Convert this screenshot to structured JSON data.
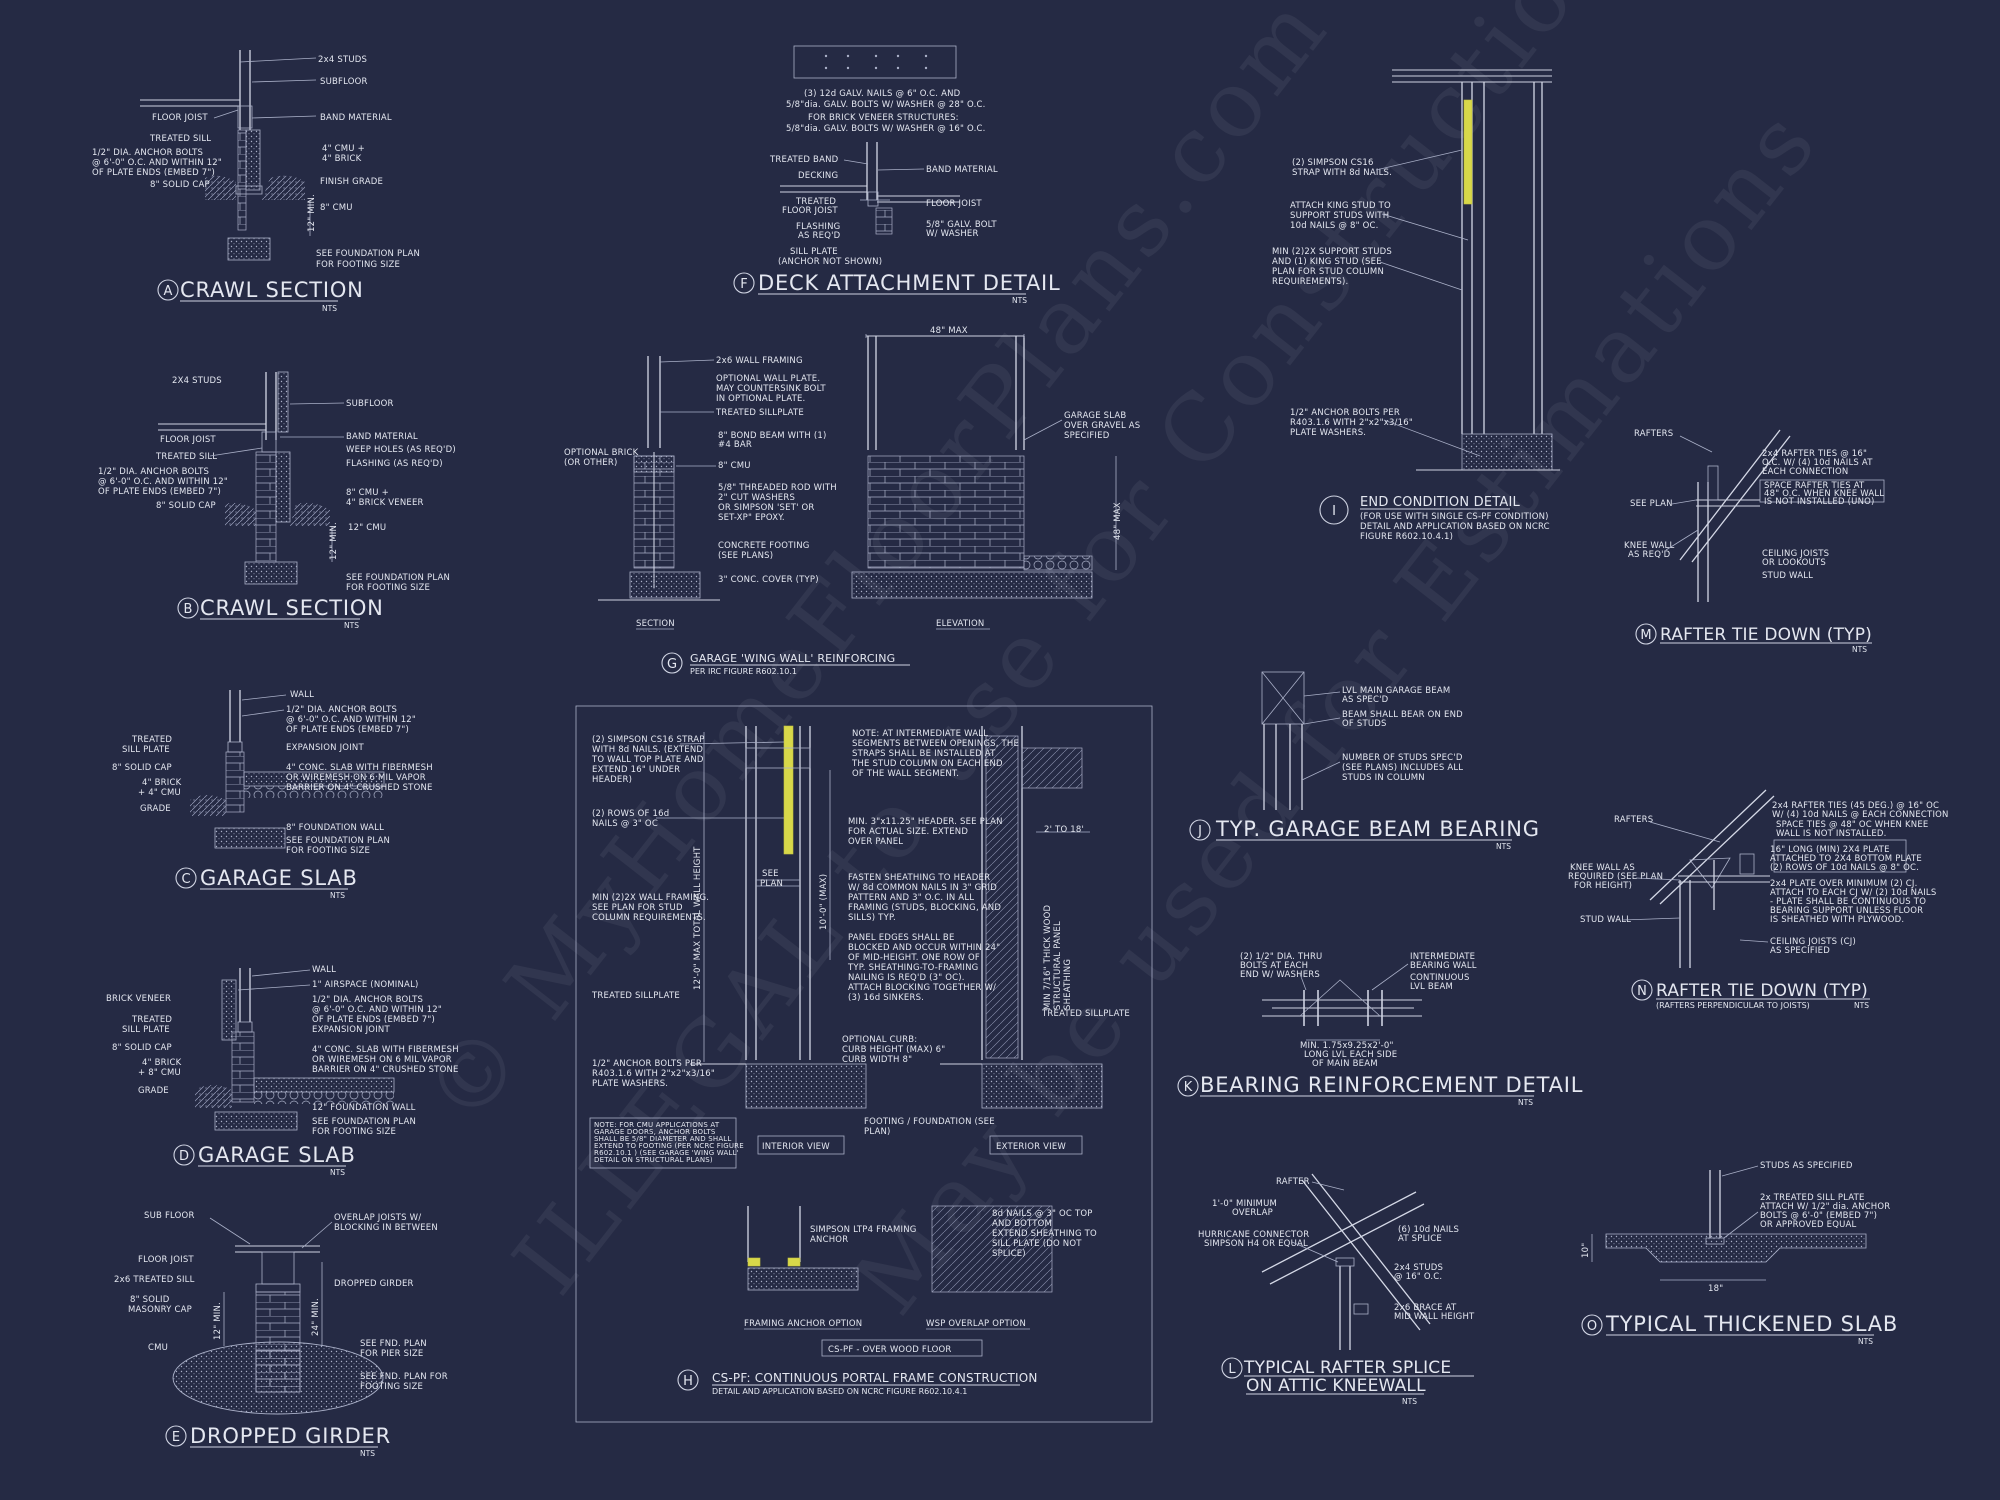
{
  "details": {
    "A": {
      "letter": "A",
      "title": "CRAWL SECTION",
      "nts": "NTS",
      "notes": [
        "2x4 STUDS",
        "SUBFLOOR",
        "BAND MATERIAL",
        "FLOOR JOIST",
        "TREATED SILL",
        "1/2\" DIA. ANCHOR BOLTS",
        "@ 6'-0\" O.C. AND WITHIN 12\"",
        "OF PLATE ENDS (EMBED 7\")",
        "4\" CMU +",
        "4\" BRICK",
        "8\" SOLID CAP",
        "FINISH GRADE",
        "8\" CMU",
        "12\" MIN.",
        "SEE FOUNDATION PLAN",
        "FOR FOOTING SIZE"
      ]
    },
    "B": {
      "letter": "B",
      "title": "CRAWL SECTION",
      "nts": "NTS",
      "notes": [
        "2X4 STUDS",
        "SUBFLOOR",
        "BAND MATERIAL",
        "FLOOR JOIST",
        "WEEP HOLES (AS REQ'D)",
        "TREATED SILL",
        "FLASHING (AS REQ'D)",
        "1/2\" DIA. ANCHOR BOLTS",
        "@ 6'-0\" O.C. AND WITHIN 12\"",
        "OF PLATE ENDS (EMBED 7\")",
        "8\" CMU +",
        "4\" BRICK VENEER",
        "8\" SOLID CAP",
        "12\" CMU",
        "12\" MIN.",
        "SEE FOUNDATION PLAN",
        "FOR FOOTING SIZE"
      ]
    },
    "C": {
      "letter": "C",
      "title": "GARAGE SLAB",
      "nts": "NTS",
      "notes": [
        "WALL",
        "1/2\" DIA. ANCHOR BOLTS",
        "@ 6'-0\" O.C. AND WITHIN 12\"",
        "OF PLATE ENDS (EMBED 7\")",
        "TREATED",
        "SILL PLATE",
        "EXPANSION JOINT",
        "8\" SOLID CAP",
        "4\" CONC. SLAB WITH FIBERMESH",
        "OR WIREMESH ON 6 MIL VAPOR",
        "BARRIER ON 4\" CRUSHED STONE",
        "4\" BRICK",
        "+ 4\" CMU",
        "GRADE",
        "8\" FOUNDATION WALL",
        "SEE FOUNDATION PLAN",
        "FOR FOOTING SIZE"
      ]
    },
    "D": {
      "letter": "D",
      "title": "GARAGE SLAB",
      "nts": "NTS",
      "notes": [
        "WALL",
        "1\" AIRSPACE (NOMINAL)",
        "BRICK VENEER",
        "1/2\" DIA. ANCHOR BOLTS",
        "@ 6'-0\" O.C. AND WITHIN 12\"",
        "OF PLATE ENDS (EMBED 7\")",
        "TREATED",
        "SILL PLATE",
        "EXPANSION JOINT",
        "8\" SOLID CAP",
        "4\" CONC. SLAB WITH FIBERMESH",
        "OR WIREMESH ON 6 MIL VAPOR",
        "BARRIER ON 4\" CRUSHED STONE",
        "4\" BRICK",
        "+ 8\" CMU",
        "GRADE",
        "12\" FOUNDATION WALL",
        "SEE FOUNDATION PLAN",
        "FOR FOOTING SIZE"
      ]
    },
    "E": {
      "letter": "E",
      "title": "DROPPED GIRDER",
      "nts": "NTS",
      "notes": [
        "SUB FLOOR",
        "OVERLAP JOISTS W/",
        "BLOCKING IN BETWEEN",
        "FLOOR JOIST",
        "2x6 TREATED SILL",
        "DROPPED GIRDER",
        "8\" SOLID",
        "MASONRY CAP",
        "12\" MIN.",
        "24\" MIN.",
        "CMU",
        "SEE FND. PLAN",
        "FOR PIER SIZE",
        "SEE FND. PLAN FOR",
        "FOOTING SIZE"
      ]
    },
    "F": {
      "letter": "F",
      "title": "DECK ATTACHMENT DETAIL",
      "nts": "NTS",
      "notes": [
        "(3) 12d GALV. NAILS @ 6\" O.C. AND",
        "5/8\"dia. GALV. BOLTS W/ WASHER @ 28\" O.C.",
        "FOR BRICK VENEER STRUCTURES:",
        "5/8\"dia. GALV. BOLTS W/ WASHER @ 16\" O.C.",
        "TREATED BAND",
        "DECKING",
        "BAND MATERIAL",
        "TREATED",
        "FLOOR JOIST",
        "FLOOR JOIST",
        "FLASHING",
        "AS REQ'D",
        "5/8\" GALV. BOLT",
        "W/ WASHER",
        "SILL PLATE",
        "(ANCHOR NOT SHOWN)"
      ]
    },
    "G": {
      "letter": "G",
      "title": "GARAGE 'WING WALL' REINFORCING",
      "sub": "PER IRC FIGURE R602.10.1",
      "notes": [
        "2x6 WALL FRAMING",
        "OPTIONAL WALL PLATE.",
        "MAY COUNTERSINK BOLT",
        "IN OPTIONAL PLATE.",
        "TREATED SILLPLATE",
        "OPTIONAL BRICK",
        "(OR OTHER)",
        "8\" BOND BEAM WITH (1)",
        "#4 BAR",
        "8\" CMU",
        "5/8\" THREADED ROD WITH",
        "2\" CUT WASHERS",
        "OR SIMPSON 'SET' OR",
        "SET-XP\" EPOXY.",
        "CONCRETE FOOTING",
        "(SEE PLANS)",
        "3\" CONC. COVER (TYP)",
        "48\" MAX",
        "GARAGE SLAB",
        "OVER GRAVEL AS",
        "SPECIFIED",
        "48\" MAX",
        "SECTION",
        "ELEVATION"
      ]
    },
    "H": {
      "letter": "H",
      "title": "CS-PF: CONTINUOUS PORTAL FRAME CONSTRUCTION",
      "sub": "DETAIL AND APPLICATION BASED ON NCRC FIGURE R602.10.4.1",
      "notes": [
        "(2) SIMPSON CS16 STRAP",
        "WITH 8d NAILS. (EXTEND",
        "TO WALL TOP PLATE AND",
        "EXTEND 16\" UNDER",
        "HEADER)",
        "(2) ROWS OF 16d",
        "NAILS @ 3\" OC",
        "MIN (2)2X WALL FRAMING.",
        "SEE PLAN FOR STUD",
        "COLUMN REQUIREMENTS.",
        "TREATED SILLPLATE",
        "1/2\" ANCHOR BOLTS PER",
        "R403.1.6 WITH 2\"x2\"x3/16\"",
        "PLATE WASHERS.",
        "NOTE: FOR CMU APPLICATIONS AT",
        "GARAGE DOORS, ANCHOR BOLTS",
        "SHALL BE 5/8\" DIAMETER AND SHALL",
        "EXTEND TO FOOTING (PER NCRC FIGURE",
        "R602.10.1 ) (SEE GARAGE 'WING WALL'",
        "DETAIL ON STRUCTURAL PLANS)",
        "NOTE: AT INTERMEDIATE WALL",
        "SEGMENTS BETWEEN OPENINGS, THE",
        "STRAPS SHALL BE INSTALLED AT",
        "THE STUD COLUMN ON EACH END",
        "OF THE WALL SEGMENT.",
        "MIN. 3\"x11.25\" HEADER. SEE PLAN",
        "FOR ACTUAL SIZE. EXTEND",
        "OVER PANEL",
        "SEE",
        "PLAN",
        "FASTEN SHEATHING TO HEADER",
        "W/ 8d COMMON NAILS IN 3\" GRID",
        "PATTERN AND 3\" O.C. IN ALL",
        "FRAMING (STUDS, BLOCKING, AND",
        "SILLS) TYP.",
        "PANEL EDGES SHALL BE",
        "BLOCKED AND OCCUR WITHIN 24\"",
        "OF MID-HEIGHT. ONE ROW OF",
        "TYP. SHEATHING-TO-FRAMING",
        "NAILING IS REQ'D (3\" OC).",
        "ATTACH BLOCKING TOGETHER W/",
        "(3) 16d SINKERS.",
        "10'-0\" (MAX)",
        "12'-0\" MAX TOTAL WALL HEIGHT",
        "OPTIONAL CURB:",
        "CURB HEIGHT (MAX) 6\"",
        "CURB WIDTH 8\"",
        "FOOTING / FOUNDATION (SEE",
        "PLAN)",
        "INTERIOR VIEW",
        "EXTERIOR VIEW",
        "MIN 7/16\" THICK WOOD",
        "STRUCTURAL PANEL",
        "SHEATHING",
        "TREATED SILLPLATE",
        "2' TO 18'",
        "SIMPSON LTP4 FRAMING",
        "ANCHOR",
        "8d NAILS @ 3\" OC TOP",
        "AND BOTTOM",
        "EXTEND SHEATHING TO",
        "SILL PLATE (DO NOT",
        "SPLICE)",
        "FRAMING ANCHOR OPTION",
        "WSP OVERLAP OPTION",
        "CS-PF - OVER WOOD FLOOR"
      ]
    },
    "I": {
      "letter": "I",
      "title": "END CONDITION DETAIL",
      "sub": [
        "(FOR USE WITH SINGLE CS-PF CONDITION)",
        "DETAIL AND APPLICATION BASED ON NCRC",
        "FIGURE R602.10.4.1)"
      ],
      "notes": [
        "(2) SIMPSON CS16",
        "STRAP WITH 8d NAILS.",
        "ATTACH KING STUD TO",
        "SUPPORT STUDS WITH",
        "10d NAILS @ 8\" OC.",
        "MIN (2)2X SUPPORT STUDS",
        "AND (1) KING STUD (SEE",
        "PLAN FOR STUD COLUMN",
        "REQUIREMENTS).",
        "1/2\" ANCHOR BOLTS PER",
        "R403.1.6 WITH 2\"x2\"x3/16\"",
        "PLATE WASHERS."
      ]
    },
    "J": {
      "letter": "J",
      "title": "TYP. GARAGE BEAM BEARING",
      "nts": "NTS",
      "notes": [
        "LVL MAIN GARAGE BEAM",
        "AS SPEC'D",
        "BEAM SHALL BEAR ON END",
        "OF STUDS",
        "NUMBER OF STUDS SPEC'D",
        "(SEE PLANS) INCLUDES ALL",
        "STUDS IN COLUMN"
      ]
    },
    "K": {
      "letter": "K",
      "title": "BEARING REINFORCEMENT DETAIL",
      "nts": "NTS",
      "notes": [
        "(2) 1/2\" DIA. THRU",
        "BOLTS AT EACH",
        "END W/ WASHERS",
        "INTERMEDIATE",
        "BEARING WALL",
        "CONTINUOUS",
        "LVL BEAM",
        "MIN. 1.75x9.25x2'-0\"",
        "LONG LVL EACH SIDE",
        "OF MAIN BEAM"
      ]
    },
    "L": {
      "letter": "L",
      "title": "TYPICAL RAFTER SPLICE",
      "title2": "ON ATTIC KNEEWALL",
      "nts": "NTS",
      "notes": [
        "RAFTER",
        "1'-0\" MINIMUM",
        "OVERLAP",
        "HURRICANE CONNECTOR",
        "SIMPSON H4 OR EQUAL",
        "(6) 10d NAILS",
        "AT SPLICE",
        "2x4 STUDS",
        "@ 16\" O.C.",
        "2x6 BRACE AT",
        "MID WALL HEIGHT"
      ]
    },
    "M": {
      "letter": "M",
      "title": "RAFTER TIE DOWN (TYP)",
      "nts": "NTS",
      "notes": [
        "RAFTERS",
        "2x4 RAFTER TIES @ 16\"",
        "O.C. W/ (4) 10d NAILS AT",
        "EACH CONNECTION",
        "SPACE RAFTER TIES AT",
        "48\" O.C. WHEN KNEE WALL",
        "IS NOT INSTALLED (UNO)",
        "SEE PLAN",
        "KNEE WALL",
        "AS REQ'D",
        "CEILING JOISTS",
        "OR LOOKOUTS",
        "STUD WALL"
      ]
    },
    "N": {
      "letter": "N",
      "title": "RAFTER TIE DOWN (TYP)",
      "sub": "(RAFTERS PERPENDICULAR TO JOISTS)",
      "nts": "NTS",
      "notes": [
        "RAFTERS",
        "2x4 RAFTER TIES (45 DEG.) @ 16\" OC",
        "W/ (4) 10d NAILS @ EACH CONNECTION",
        "SPACE TIES @ 48\" OC WHEN KNEE",
        "WALL IS NOT INSTALLED.",
        "16\" LONG (MIN) 2X4 PLATE",
        "ATTACHED TO 2X4 BOTTOM PLATE",
        "(2) ROWS OF 10d NAILS @ 8\" OC.",
        "KNEE WALL AS",
        "REQUIRED (SEE PLAN",
        "FOR HEIGHT)",
        "2x4 PLATE OVER MINIMUM (2) CJ.",
        "ATTACH TO EACH CJ W/ (2) 10d NAILS",
        "- PLATE SHALL BE CONTINUOUS TO",
        "BEARING SUPPORT UNLESS FLOOR",
        "IS SHEATHED WITH PLYWOOD.",
        "STUD WALL",
        "CEILING JOISTS (CJ)",
        "AS SPECIFIED"
      ]
    },
    "O": {
      "letter": "O",
      "title": "TYPICAL THICKENED SLAB",
      "nts": "NTS",
      "notes": [
        "STUDS AS SPECIFIED",
        "2x TREATED SILL PLATE",
        "ATTACH W/ 1/2\" dia. ANCHOR",
        "BOLTS @ 6'-0\" (EMBED 7\")",
        "OR APPROVED EQUAL",
        "10\"",
        "18\""
      ]
    }
  },
  "watermark": [
    "© MyHomeFloorPlans.com",
    "ILLEGAL to use for Construction",
    "May be used for Estimations"
  ],
  "colors": {
    "background": "#252a44",
    "linework": "#cfd3e2",
    "strap": "#d8d84a"
  }
}
